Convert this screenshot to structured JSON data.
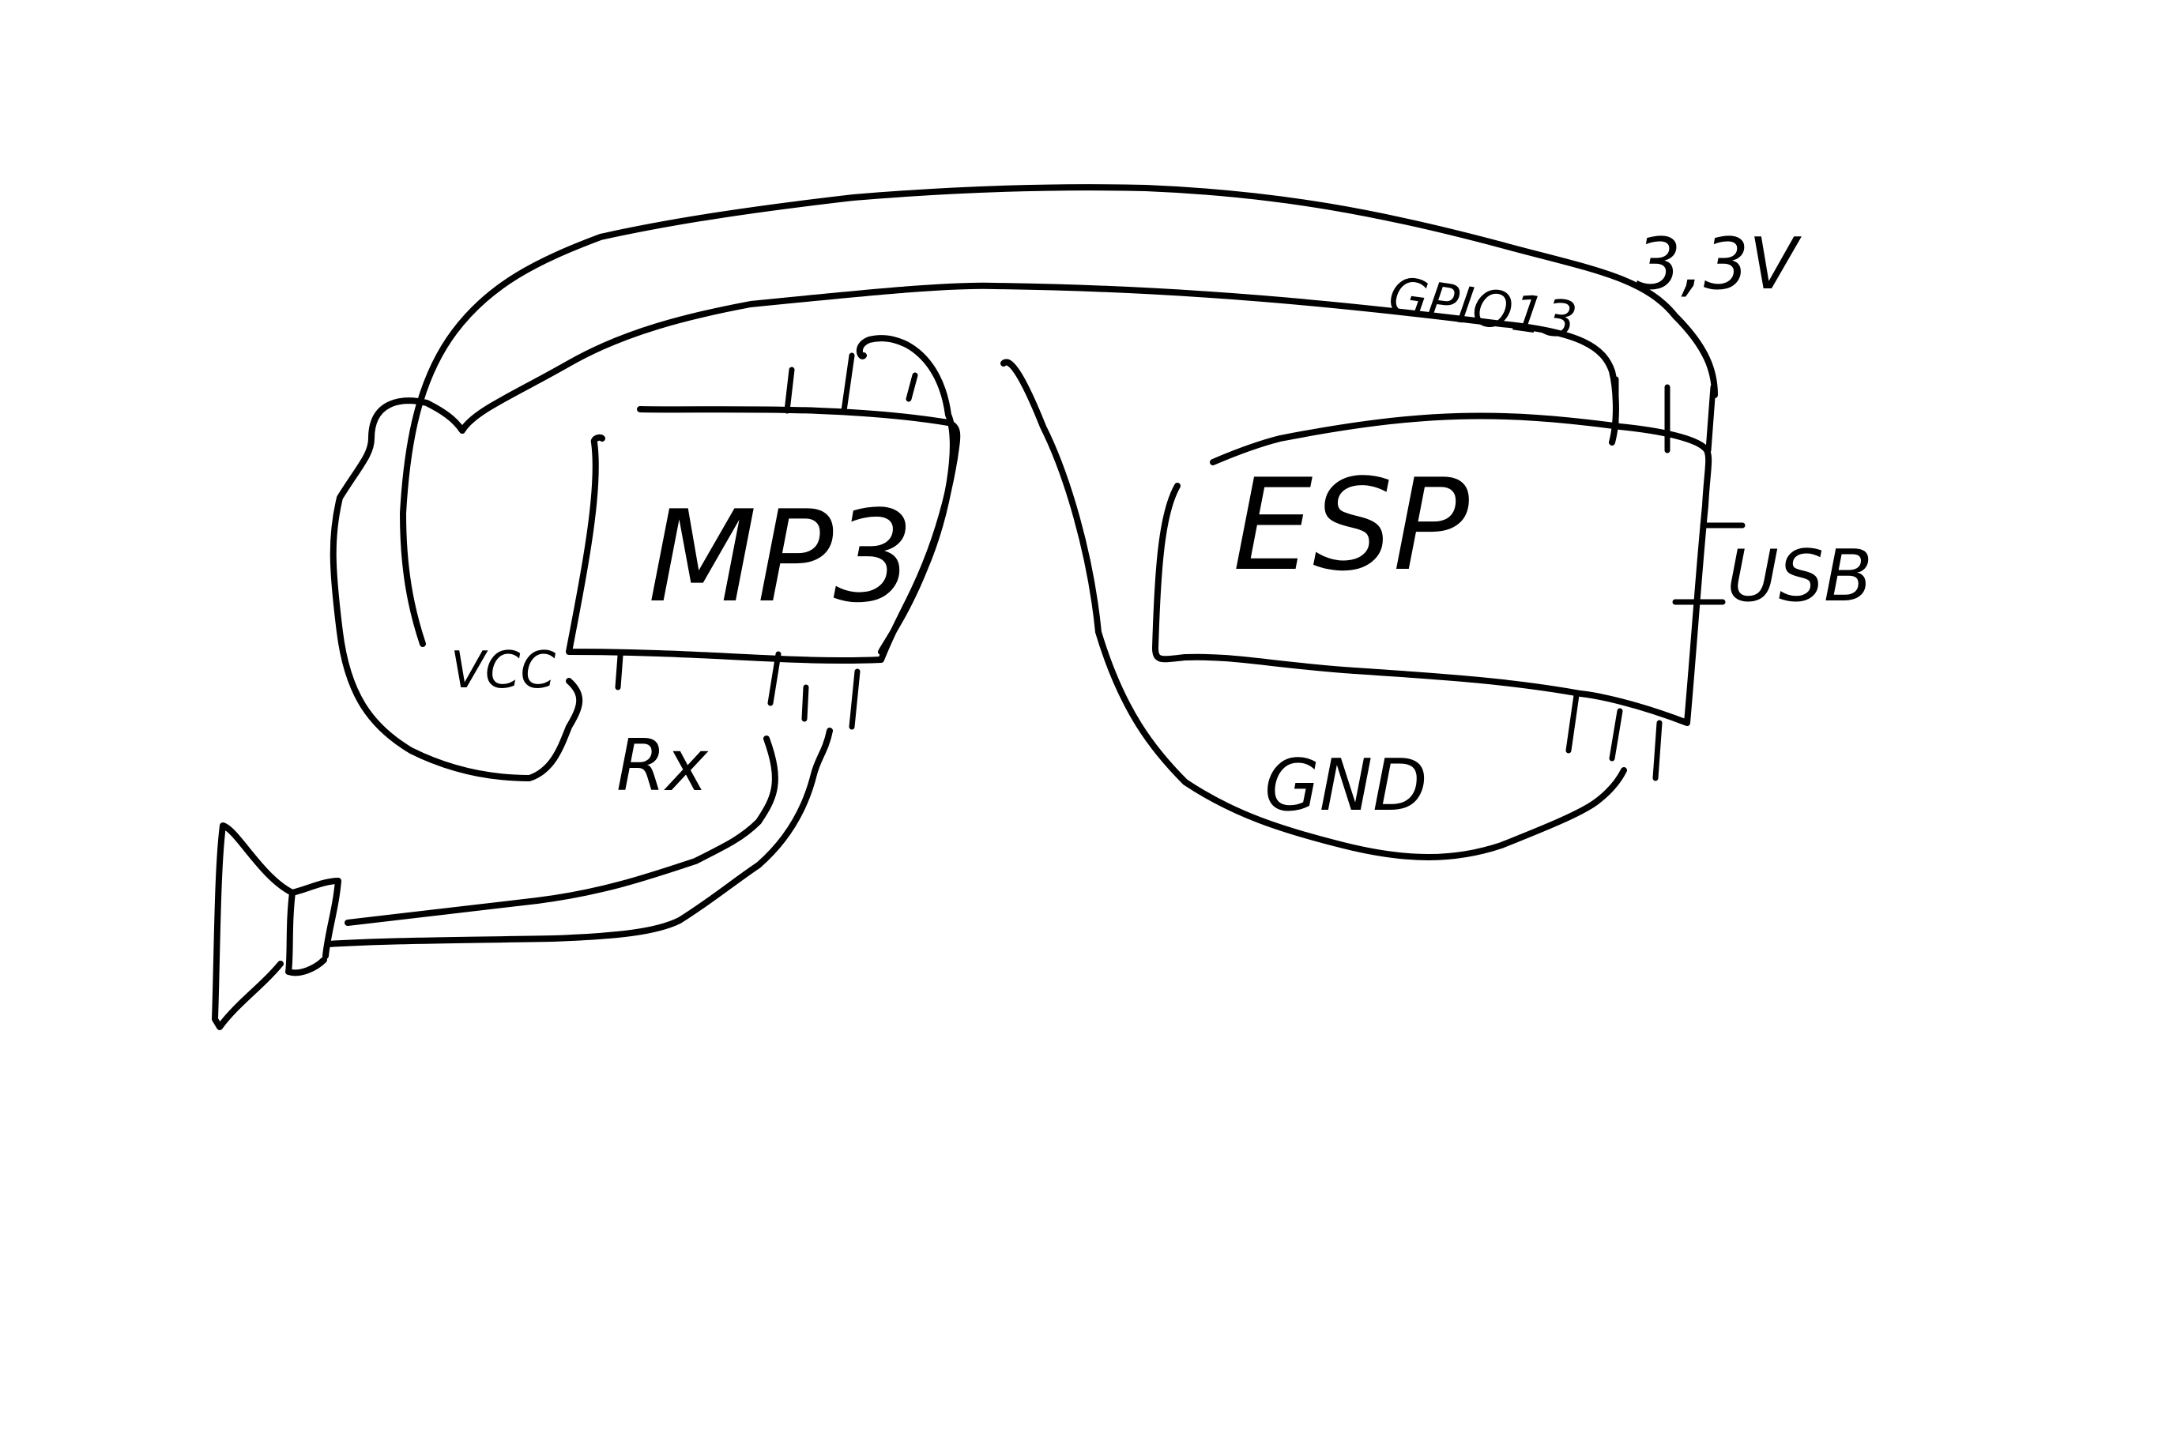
{
  "diagram": {
    "components": {
      "mp3": "MP3",
      "esp": "ESP",
      "usb": "USB"
    },
    "pins": {
      "vcc": "VCC",
      "rx": "Rx",
      "gpio": "GPIO13",
      "gnd": "GND",
      "v33": "3,3V"
    }
  }
}
